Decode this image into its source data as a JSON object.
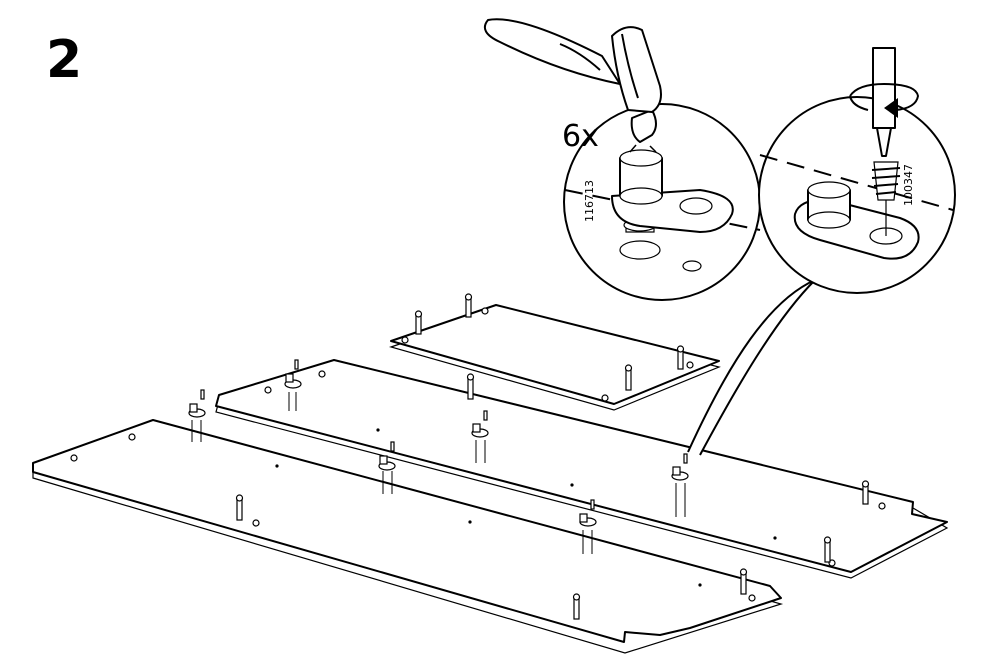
{
  "step": {
    "number": "2"
  },
  "callouts": {
    "quantity": "6x",
    "part_a": "116713",
    "part_b": "100347"
  }
}
